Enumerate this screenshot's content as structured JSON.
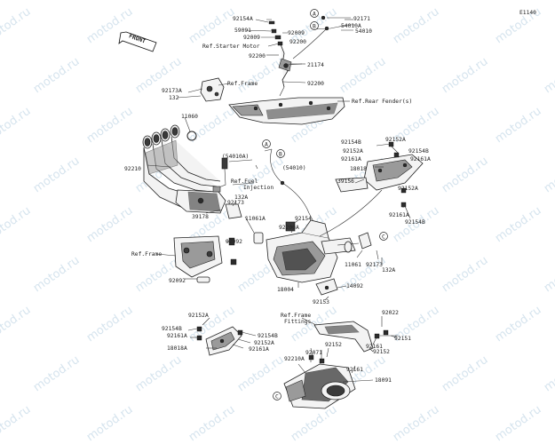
{
  "watermark": "motod.ru",
  "diagram_code": "E1140",
  "front_label": "FRONT",
  "refs": {
    "starter_motor": "Ref.Starter Motor",
    "frame_top": "Ref.Frame",
    "rear_fender": "Ref.Rear Fender(s)",
    "fuel_injection_1": "Ref.Fuel",
    "fuel_injection_2": "Injection",
    "frame_left": "Ref.Frame",
    "frame_fittings_1": "Ref.Frame",
    "frame_fittings_2": "Fittings"
  },
  "callouts": {
    "A": "A",
    "B": "B",
    "C": "C"
  },
  "parts": {
    "p92154A": "92154A",
    "p92171": "92171",
    "p54010A_top": "54010A",
    "p54010": "54010",
    "p59091": "59091",
    "p92009a": "92009",
    "p92009b": "92009",
    "p92200a": "92200",
    "p92200b": "92200",
    "p92200c": "92200",
    "p21174": "21174",
    "p92173A_top": "92173A",
    "p132_top": "132",
    "p11060": "11060",
    "p92210": "92210",
    "p54010A_mid": "(54010A)",
    "p54010_mid": "(54010)",
    "p132A_mid": "132A",
    "p92173_mid": "92173",
    "p39178": "39178",
    "p11061A": "11061A",
    "p92154_mid": "92154",
    "p92200A": "92200A",
    "p92092a": "92092",
    "p92092b": "92092",
    "p18004": "18004",
    "p92153": "92153",
    "p14092": "14092",
    "p11061": "11061",
    "p92173_r": "92173",
    "p132A_r": "132A",
    "p92154B_r1": "92154B",
    "p92152A_r1": "92152A",
    "p92152A_r2": "92152A",
    "p92154B_r2": "92154B",
    "p92161A_r1": "92161A",
    "p92161A_r2": "92161A",
    "p18018": "18018",
    "p39156": "39156",
    "p92152A_r3": "92152A",
    "p92161A_r3": "92161A",
    "p92154B_r3": "92154B",
    "p92152A_bl": "92152A",
    "p92154B_bl": "92154B",
    "p92161A_bl": "92161A",
    "p92154B_bl2": "92154B",
    "p92152A_bl2": "92152A",
    "p92161A_bl2": "92161A",
    "p18018A": "18018A",
    "p92022": "92022",
    "p92161_b1": "92161",
    "p92151": "92151",
    "p92152_b1": "92152",
    "p92152_b2": "92152",
    "p92071": "92071",
    "p92210A": "92210A",
    "p92161_b2": "92161",
    "p18091": "18091"
  }
}
